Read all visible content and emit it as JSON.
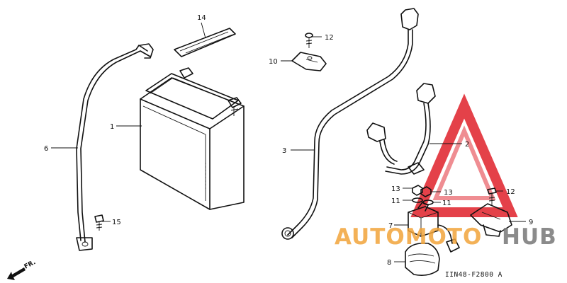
{
  "diagram": {
    "callouts": [
      {
        "id": "1",
        "label": "1"
      },
      {
        "id": "2",
        "label": "2"
      },
      {
        "id": "3",
        "label": "3"
      },
      {
        "id": "6",
        "label": "6"
      },
      {
        "id": "7",
        "label": "7"
      },
      {
        "id": "8",
        "label": "8"
      },
      {
        "id": "9",
        "label": "9"
      },
      {
        "id": "10",
        "label": "10"
      },
      {
        "id": "11a",
        "label": "11"
      },
      {
        "id": "11b",
        "label": "11"
      },
      {
        "id": "12a",
        "label": "12"
      },
      {
        "id": "12b",
        "label": "12"
      },
      {
        "id": "13a",
        "label": "13"
      },
      {
        "id": "13b",
        "label": "13"
      },
      {
        "id": "14",
        "label": "14"
      },
      {
        "id": "15",
        "label": "15"
      }
    ],
    "direction_label": "FR.",
    "drawing_code": "IIN48-F2800 A"
  },
  "watermark": {
    "text_a": "AUTOMOTO",
    "text_b": "HUB",
    "color_orange": "#f2a43a",
    "color_red": "#e0202a",
    "color_gray": "#777777"
  }
}
